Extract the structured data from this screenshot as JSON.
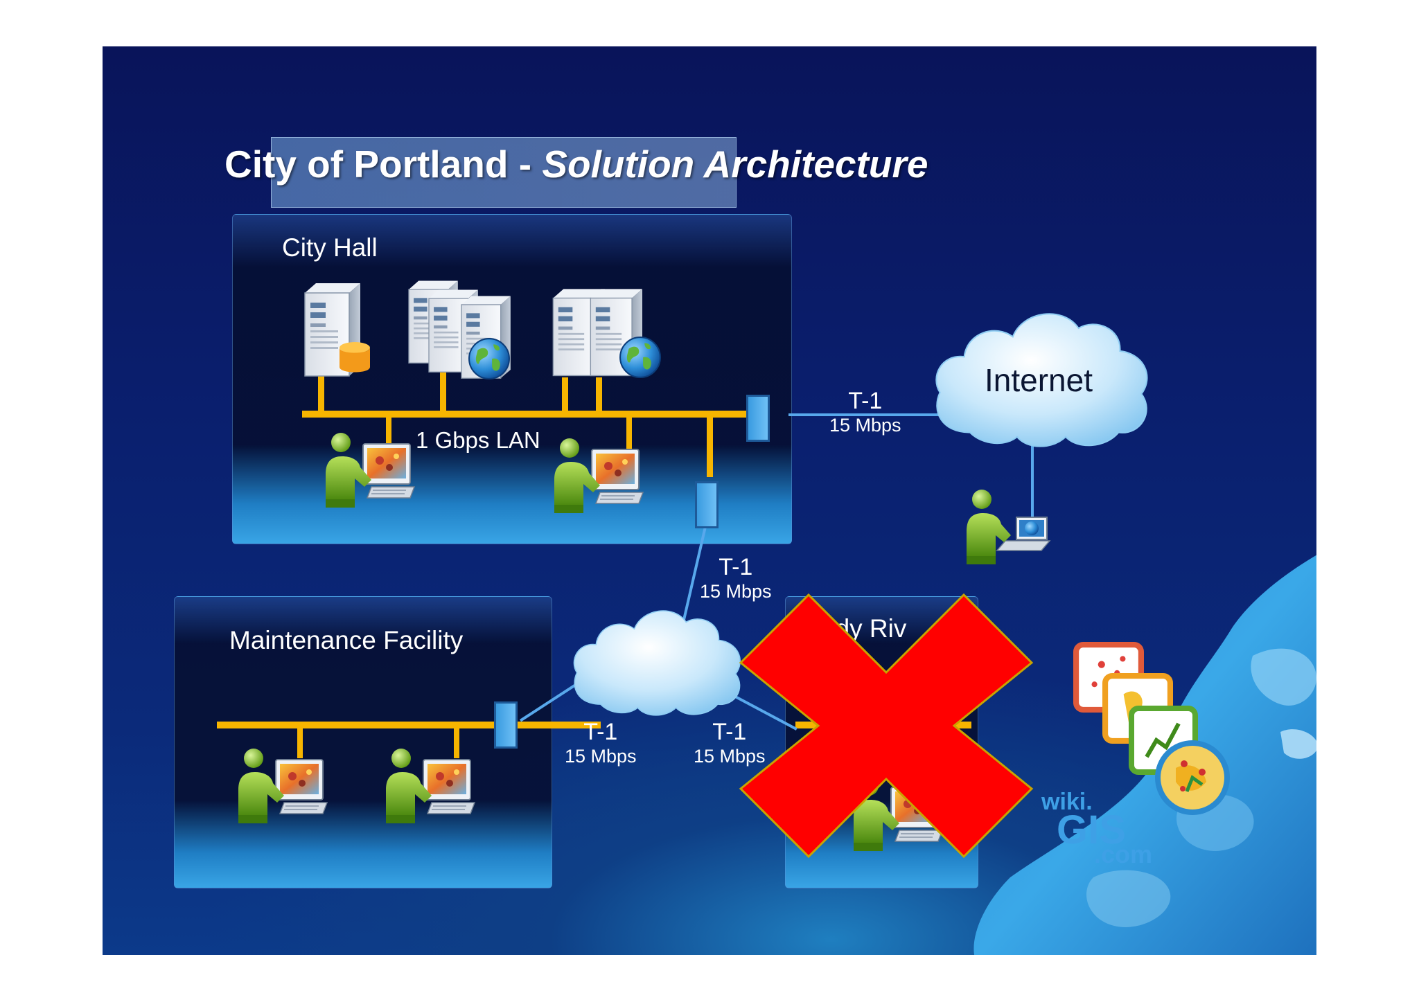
{
  "slide": {
    "title_main": "City of Portland - ",
    "title_italic": "Solution Architecture"
  },
  "sites": {
    "city_hall": "City Hall",
    "maintenance": "Maintenance Facility",
    "sandy_river_partial": "ndy Riv"
  },
  "network": {
    "lan_label": "1 Gbps LAN",
    "internet_label": "Internet",
    "links": [
      {
        "name": "T-1",
        "speed": "15 Mbps"
      },
      {
        "name": "T-1",
        "speed": "15 Mbps"
      },
      {
        "name": "T-1",
        "speed": "15 Mbps"
      },
      {
        "name": "T-1",
        "speed": "15 Mbps"
      }
    ]
  },
  "logo": {
    "text_line1": "wiki.",
    "text_line2": "GIS",
    "text_line3": ".com"
  },
  "colors": {
    "lan_bus": "#f7b500",
    "wan_link": "#58a8ec",
    "cross_out": "#ff0000",
    "background": "#0a1f6e"
  },
  "icons": [
    "server-icon",
    "database-icon",
    "globe-icon",
    "user-workstation-icon",
    "router-icon",
    "cloud-icon",
    "red-x-icon"
  ]
}
